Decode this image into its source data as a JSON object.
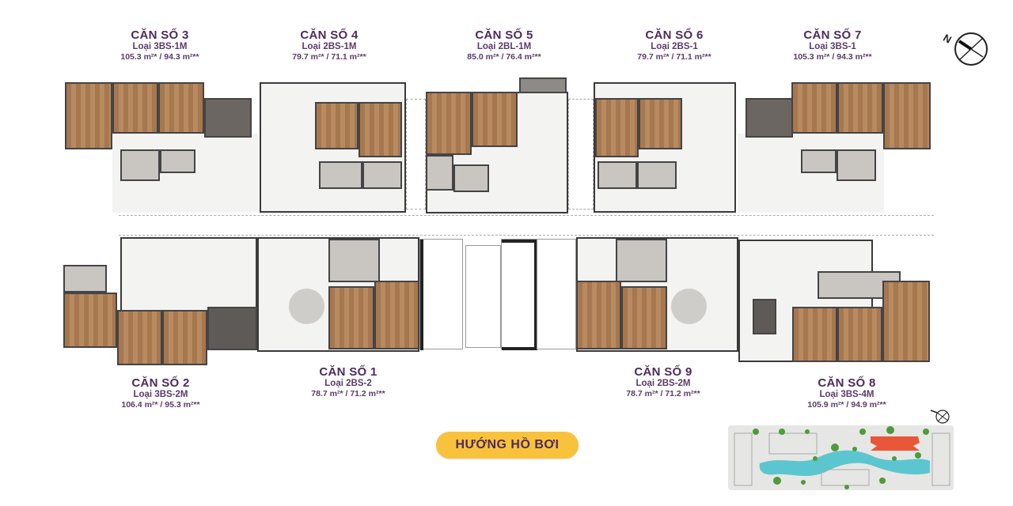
{
  "units_top": [
    {
      "id": "3",
      "title": "CĂN SỐ 3",
      "type": "Loại 3BS-1M",
      "area": "105.3 m²* / 94.3 m²**"
    },
    {
      "id": "4",
      "title": "CĂN SỐ 4",
      "type": "Loại 2BS-1M",
      "area": "79.7 m²* / 71.1 m²**"
    },
    {
      "id": "5",
      "title": "CĂN SỐ 5",
      "type": "Loại 2BL-1M",
      "area": "85.0 m²* / 76.4 m²**"
    },
    {
      "id": "6",
      "title": "CĂN SỐ 6",
      "type": "Loại 2BS-1",
      "area": "79.7 m²* / 71.1 m²**"
    },
    {
      "id": "7",
      "title": "CĂN SỐ 7",
      "type": "Loại 3BS-1",
      "area": "105.3 m²* / 94.3 m²**"
    }
  ],
  "units_bottom": [
    {
      "id": "2",
      "title": "CĂN SỐ 2",
      "type": "Loại 3BS-2M",
      "area": "106.4 m²* / 95.3 m²**"
    },
    {
      "id": "1",
      "title": "CĂN SỐ 1",
      "type": "Loại 2BS-2",
      "area": "78.7 m²* / 71.2 m²**"
    },
    {
      "id": "9",
      "title": "CĂN SỐ 9",
      "type": "Loại 2BS-2M",
      "area": "78.7 m²* / 71.2 m²**"
    },
    {
      "id": "8",
      "title": "CĂN SỐ 8",
      "type": "Loại 3BS-4M",
      "area": "105.9 m²* / 94.9 m²**"
    }
  ],
  "pool_direction_button": "HƯỚNG HỒ BƠI",
  "compass": {
    "label": "N",
    "icon": "north-arrow-icon"
  },
  "site_map": {
    "highlight_color": "#e8573a",
    "water_color": "#5bc6d0",
    "tree_color": "#4f9a3a"
  },
  "colors": {
    "title": "#4d2b5c",
    "button": "#f9c23c",
    "wood": "#a77750",
    "wall": "#3a3a3a"
  }
}
